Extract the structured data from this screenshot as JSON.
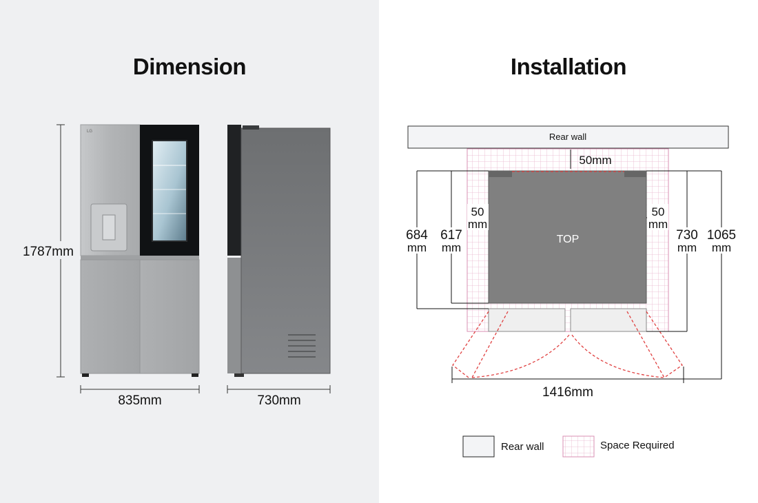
{
  "dimension_panel": {
    "title": "Dimension",
    "height_label": "1787mm",
    "width_label": "835mm",
    "depth_label": "730mm",
    "brand_mark": "LG"
  },
  "installation_panel": {
    "title": "Installation",
    "rear_wall_label": "Rear wall",
    "rear_gap_label": "50mm",
    "left_gap": [
      "50",
      "mm"
    ],
    "right_gap": [
      "50",
      "mm"
    ],
    "top_label": "TOP",
    "depth_684": [
      "684",
      "mm"
    ],
    "depth_617": [
      "617",
      "mm"
    ],
    "depth_730": [
      "730",
      "mm"
    ],
    "depth_1065": [
      "1065",
      "mm"
    ],
    "width_1416_label": "1416mm"
  },
  "legend": {
    "rear_wall_label": "Rear wall",
    "space_required_label": "Space Required"
  },
  "colors": {
    "left_background": "#eff0f2",
    "fridge_steel": "#b4b6b8",
    "fridge_side": "#6e7072",
    "glass_panel": "#0e1012",
    "space_required": "#e6aac6",
    "door_swing": "#e04040",
    "top_block": "#808080"
  }
}
